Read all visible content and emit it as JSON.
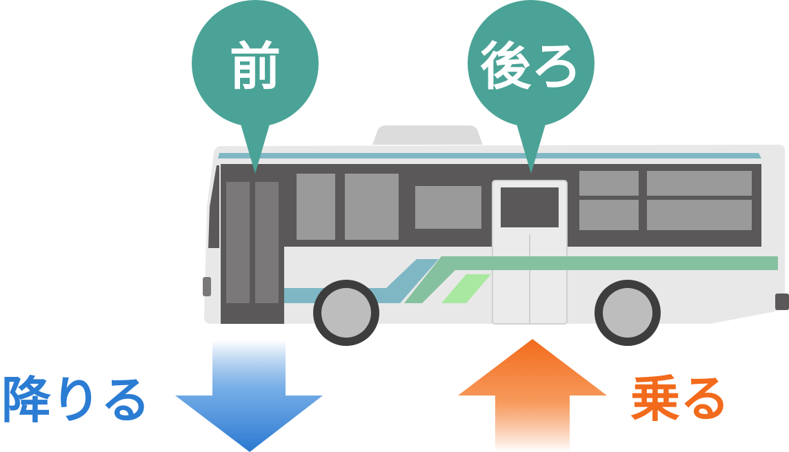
{
  "labels": {
    "front": "前",
    "rear": "後ろ",
    "get_off": "降りる",
    "get_on": "乗る"
  },
  "colors": {
    "pin": "#4aa396",
    "get_off": "#2b7cd3",
    "get_on": "#f26a1b",
    "bus_body": "#e8e8e8",
    "bus_window_band": "#5a5858",
    "bus_glass": "#9a9a9a",
    "stripe_teal": "#7fb8c4",
    "stripe_green": "#86c19f",
    "stripe_light": "#a8e8a0"
  }
}
